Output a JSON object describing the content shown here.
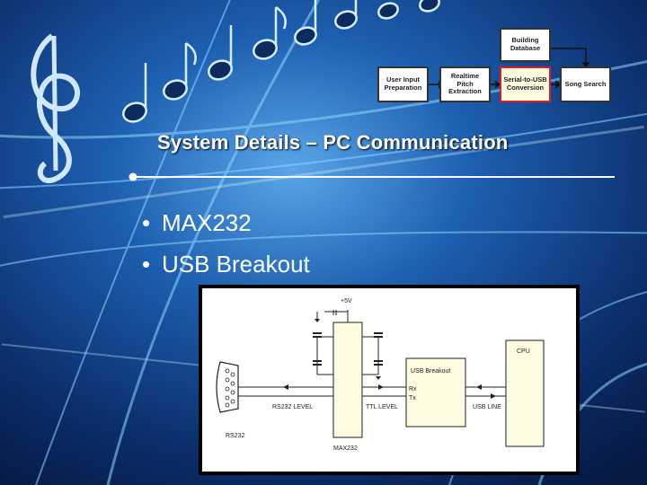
{
  "slide": {
    "title": "System Details – PC Communication",
    "bullets": [
      "MAX232",
      "USB Breakout"
    ]
  },
  "flowchart": {
    "building_database": "Building Database",
    "user_input": "User Input Preparation",
    "realtime": "Realtime Pitch Extraction",
    "serial_usb": "Serial-to-USB Conversion",
    "song_search": "Song Search"
  },
  "circuit": {
    "vcc": "+5V",
    "usb_breakout": "USB Breakout",
    "rx": "Rx",
    "tx": "Tx",
    "cpu": "CPU",
    "rs232_level": "RS232 LEVEL",
    "ttl_level": "TTL LEVEL",
    "usb_line": "USB LINE",
    "rs232": "RS232",
    "max232": "MAX232"
  },
  "colors": {
    "background": "#0a2a5e",
    "highlight_border": "#e31b1b"
  }
}
